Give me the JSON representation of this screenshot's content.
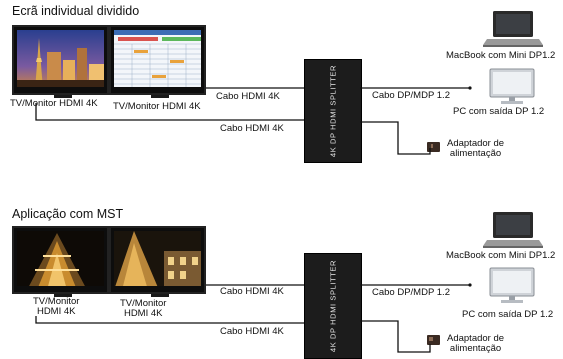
{
  "top": {
    "title": "Ecrã individual dividido",
    "tv_left_label": "TV/Monitor HDMI 4K",
    "tv_right_label": "TV/Monitor HDMI 4K",
    "cable_upper": "Cabo HDMI 4K",
    "cable_lower": "Cabo HDMI 4K",
    "splitter_label": "4K DP HDMI SPLITTER",
    "cable_dp": "Cabo DP/MDP 1.2",
    "macbook_label": "MacBook com Mini DP1.2",
    "pc_label": "PC com saída DP 1.2",
    "adapter_line1": "Adaptador de",
    "adapter_line2": "alimentação"
  },
  "bottom": {
    "title": "Aplicação com MST",
    "tv_left_label_line1": "TV/Monitor",
    "tv_left_label_line2": "HDMI 4K",
    "tv_right_label_line1": "TV/Monitor",
    "tv_right_label_line2": "HDMI 4K",
    "cable_upper": "Cabo HDMI 4K",
    "cable_lower": "Cabo HDMI 4K",
    "splitter_label": "4K DP HDMI SPLITTER",
    "cable_dp": "Cabo DP/MDP 1.2",
    "macbook_label": "MacBook com Mini DP1.2",
    "pc_label": "PC com saída DP 1.2",
    "adapter_line1": "Adaptador de",
    "adapter_line2": "alimentação"
  }
}
